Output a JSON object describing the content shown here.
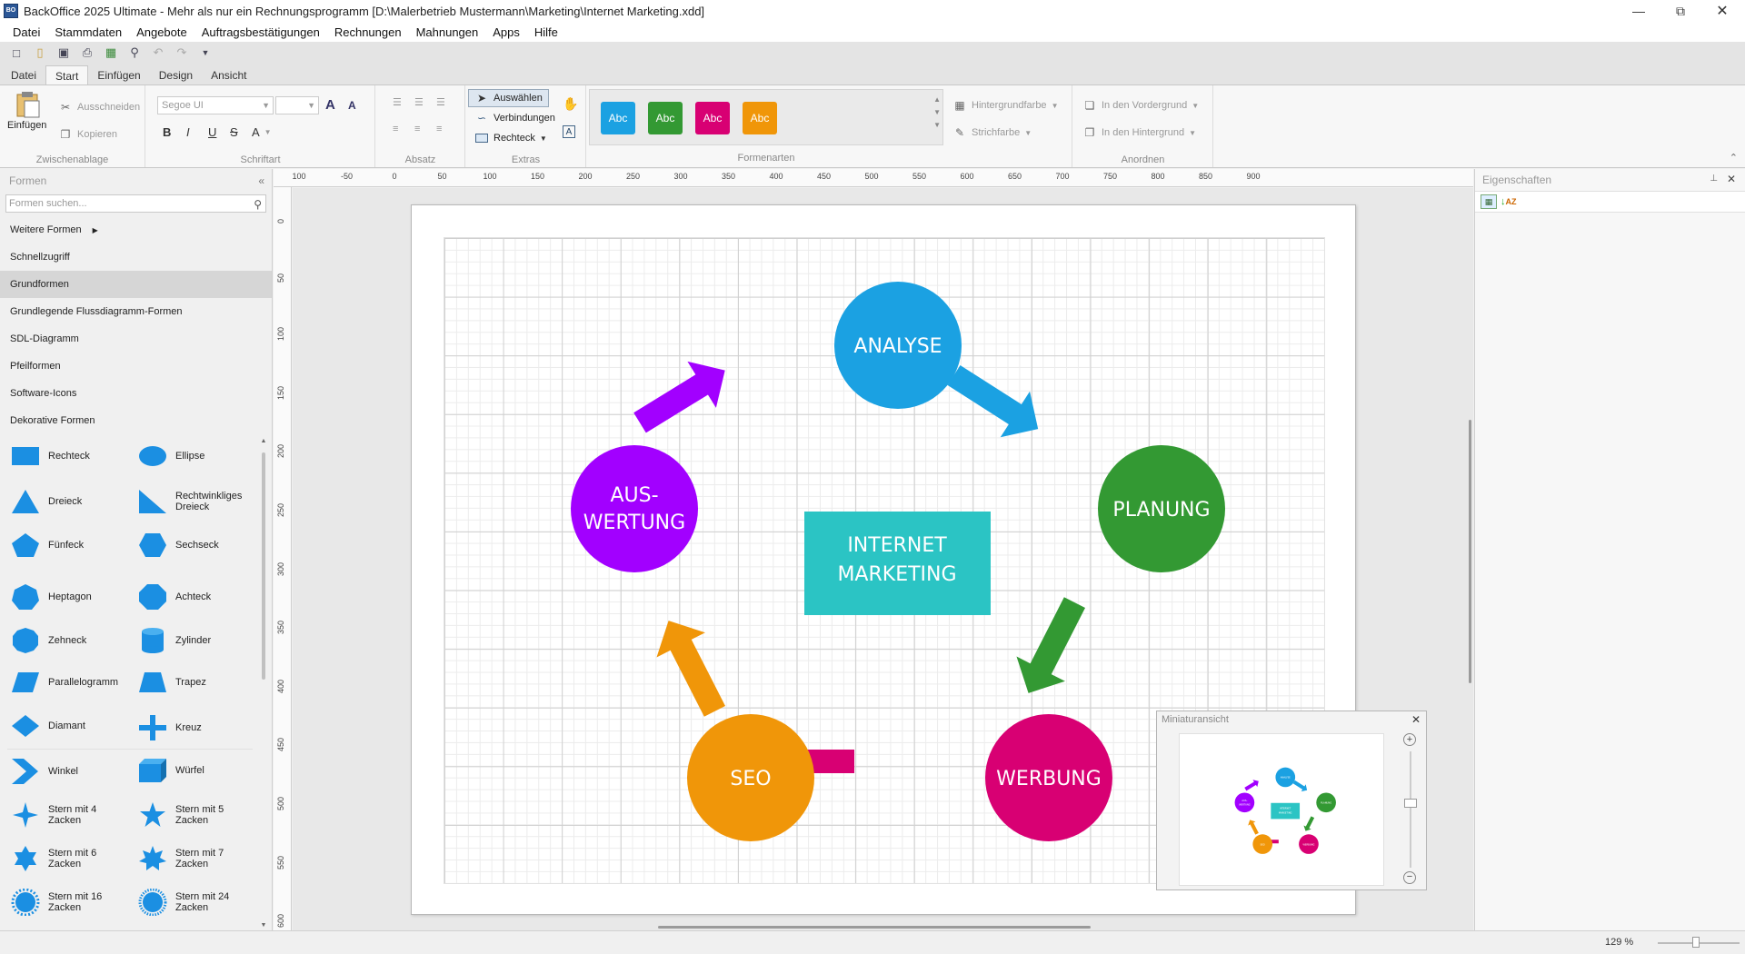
{
  "window": {
    "title": "BackOffice 2025 Ultimate - Mehr als nur ein Rechnungsprogramm [D:\\Malerbetrieb Mustermann\\Marketing\\Internet Marketing.xdd]",
    "app_icon_text": "BO"
  },
  "menu": [
    "Datei",
    "Stammdaten",
    "Angebote",
    "Auftragsbestätigungen",
    "Rechnungen",
    "Mahnungen",
    "Apps",
    "Hilfe"
  ],
  "ribbon_tabs": [
    "Datei",
    "Start",
    "Einfügen",
    "Design",
    "Ansicht"
  ],
  "ribbon": {
    "clipboard": {
      "paste": "Einfügen",
      "cut": "Ausschneiden",
      "copy": "Kopieren",
      "label": "Zwischenablage"
    },
    "font": {
      "family": "Segoe UI",
      "label": "Schriftart"
    },
    "paragraph": {
      "label": "Absatz"
    },
    "extras": {
      "select": "Auswählen",
      "connections": "Verbindungen",
      "rectangle": "Rechteck",
      "label": "Extras"
    },
    "styles": {
      "label": "Formenarten",
      "swatches": [
        {
          "text": "Abc",
          "color": "#1ba1e2"
        },
        {
          "text": "Abc",
          "color": "#339933"
        },
        {
          "text": "Abc",
          "color": "#d80073"
        },
        {
          "text": "Abc",
          "color": "#f09609"
        }
      ]
    },
    "formatting": {
      "background": "Hintergrundfarbe",
      "stroke": "Strichfarbe"
    },
    "arrange": {
      "front": "In den Vordergrund",
      "back": "In den Hintergrund",
      "label": "Anordnen"
    }
  },
  "shapes_panel": {
    "title": "Formen",
    "search_placeholder": "Formen suchen...",
    "categories": [
      "Weitere Formen",
      "Schnellzugriff",
      "Grundformen",
      "Grundlegende Flussdiagramm-Formen",
      "SDL-Diagramm",
      "Pfeilformen",
      "Software-Icons",
      "Dekorative Formen"
    ],
    "shapes": [
      [
        "Rechteck",
        "Ellipse"
      ],
      [
        "Dreieck",
        "Rechtwinkliges Dreieck"
      ],
      [
        "Fünfeck",
        "Sechseck"
      ],
      [
        "Heptagon",
        "Achteck"
      ],
      [
        "Zehneck",
        "Zylinder"
      ],
      [
        "Parallelogramm",
        "Trapez"
      ],
      [
        "Diamant",
        "Kreuz"
      ],
      [
        "Winkel",
        "Würfel"
      ],
      [
        "Stern mit 4 Zacken",
        "Stern mit 5 Zacken"
      ],
      [
        "Stern mit 6 Zacken",
        "Stern mit 7 Zacken"
      ],
      [
        "Stern mit 16 Zacken",
        "Stern mit 24 Zacken"
      ]
    ]
  },
  "ruler_h": [
    "100",
    "-50",
    "0",
    "50",
    "100",
    "150",
    "200",
    "250",
    "300",
    "350",
    "400",
    "450",
    "500",
    "550",
    "600",
    "650",
    "700",
    "750",
    "800",
    "850",
    "900"
  ],
  "ruler_v": [
    "0",
    "50",
    "100",
    "150",
    "200",
    "250",
    "300",
    "350",
    "400",
    "450",
    "500",
    "550",
    "600"
  ],
  "diagram": {
    "center": {
      "line1": "INTERNET",
      "line2": "MARKETING",
      "color": "#2bc4c4"
    },
    "nodes": {
      "analyse": {
        "text": "ANALYSE",
        "color": "#1ba1e2"
      },
      "planung": {
        "text": "PLANUNG",
        "color": "#339933"
      },
      "werbung": {
        "text": "WERBUNG",
        "color": "#d80073"
      },
      "seo": {
        "text": "SEO",
        "color": "#f09609"
      },
      "auswertung": {
        "line1": "AUS-",
        "line2": "WERTUNG",
        "color": "#a200ff"
      }
    }
  },
  "properties_panel": {
    "title": "Eigenschaften"
  },
  "minimap": {
    "title": "Miniaturansicht"
  },
  "status": {
    "zoom": "129 %"
  }
}
